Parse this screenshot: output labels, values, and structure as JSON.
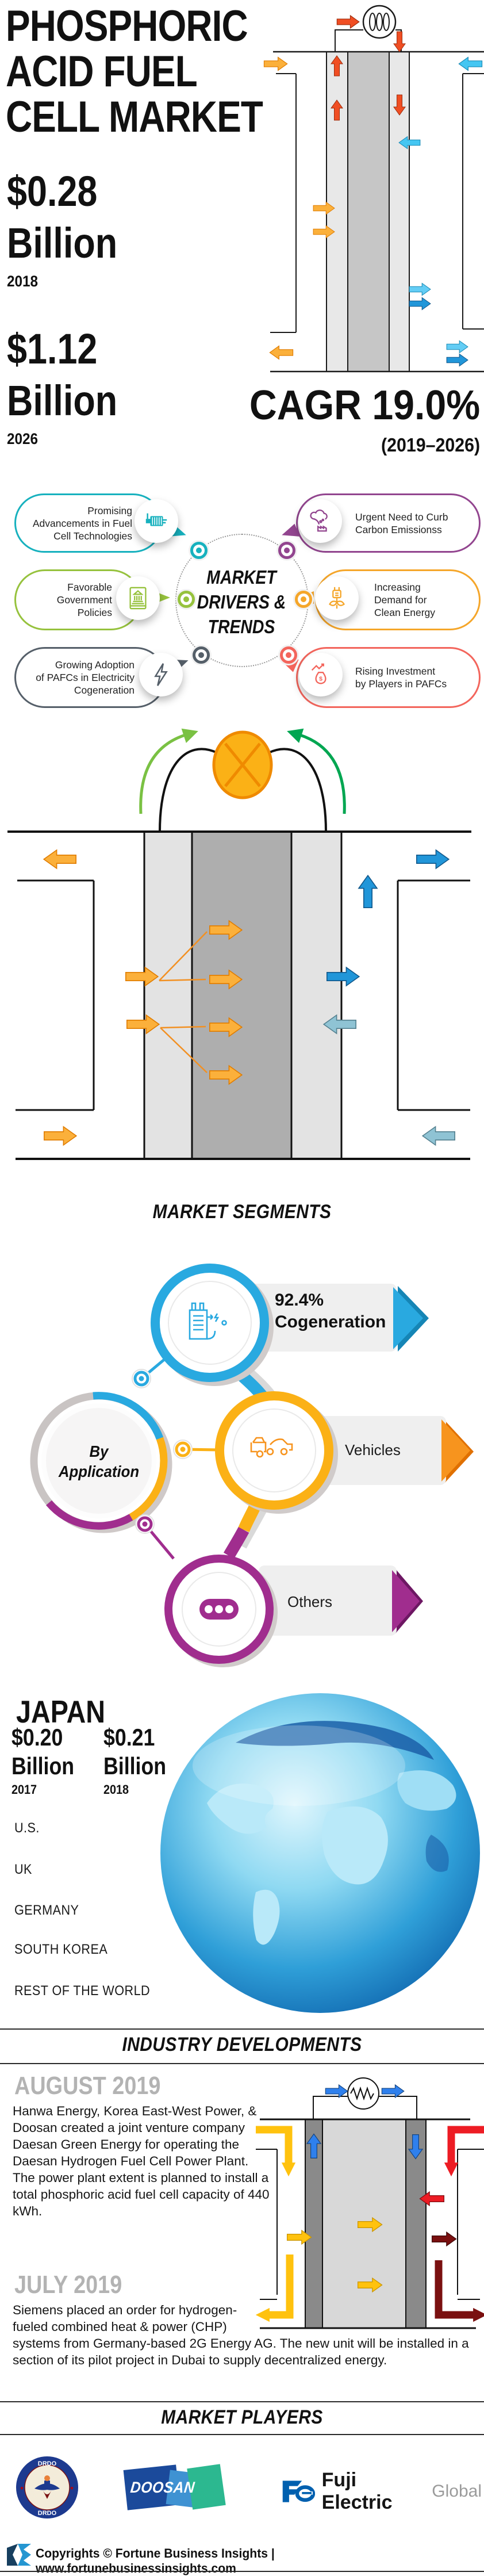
{
  "header": {
    "title": "PHOSPHORIC\nACID FUEL\nCELL MARKET"
  },
  "stats": {
    "start": {
      "value": "$0.28",
      "unit": "Billion",
      "year": "2018"
    },
    "end": {
      "value": "$1.12",
      "unit": "Billion",
      "year": "2026"
    },
    "cagr": {
      "label": "CAGR 19.0%",
      "period": "(2019–2026)"
    }
  },
  "drivers": {
    "center_label": "MARKET\nDRIVERS &\nTRENDS",
    "items": [
      {
        "label": "Promising\nAdvancements in Fuel\nCell Technologies",
        "color": "#17b1be"
      },
      {
        "label": "Urgent Need to Curb\nCarbon Emissionss",
        "color": "#92458f"
      },
      {
        "label": "Favorable\nGovernment\nPolicies",
        "color": "#96c23d"
      },
      {
        "label": "Increasing\nDemand for\nClean Energy",
        "color": "#f5a62a"
      },
      {
        "label": "Growing Adoption\nof PAFCs in Electricity\nCogeneration",
        "color": "#555f69"
      },
      {
        "label": "Rising Investment\nby Players in PAFCs",
        "color": "#f3655c"
      }
    ]
  },
  "segments": {
    "heading": "MARKET SEGMENTS",
    "hub_label": "By\nApplication",
    "items": [
      {
        "value": "92.4%",
        "label": "Cogeneration",
        "color": "#29a9e0"
      },
      {
        "value": "",
        "label": "Vehicles",
        "color": "#fbb116"
      },
      {
        "value": "",
        "label": "Others",
        "color": "#a02d8e"
      }
    ]
  },
  "regional": {
    "country_heading": "JAPAN",
    "figures": [
      {
        "value": "$0.20",
        "unit": "Billion",
        "year": "2017"
      },
      {
        "value": "$0.21",
        "unit": "Billion",
        "year": "2018"
      }
    ],
    "countries": [
      "U.S.",
      "UK",
      "GERMANY",
      "SOUTH KOREA",
      "REST OF THE WORLD"
    ]
  },
  "developments": {
    "heading": "INDUSTRY DEVELOPMENTS",
    "entries": [
      {
        "date": "AUGUST 2019",
        "text": "Hanwa Energy, Korea East-West Power, & Doosan created a joint venture company Daesan Green Energy for operating the Daesan Hydrogen Fuel Cell Power Plant. The power plant extent is planned to install a total phosphoric acid fuel cell capacity of 440 kWh."
      },
      {
        "date": "JULY 2019",
        "text": "Siemens placed an order for hydrogen-fueled combined heat & power (CHP) systems from Germany-based 2G Energy AG. The new unit will be installed in a section of its pilot project in Dubai to supply decentralized energy."
      }
    ]
  },
  "players": {
    "heading": "MARKET PLAYERS",
    "logos": [
      {
        "name": "DRDO"
      },
      {
        "name": "DOOSAN"
      },
      {
        "name": "Fuji Electric",
        "suffix": "Global"
      }
    ]
  },
  "footer": {
    "text": "Copyrights © Fortune Business Insights | www.fortunebusinessinsights.com"
  }
}
